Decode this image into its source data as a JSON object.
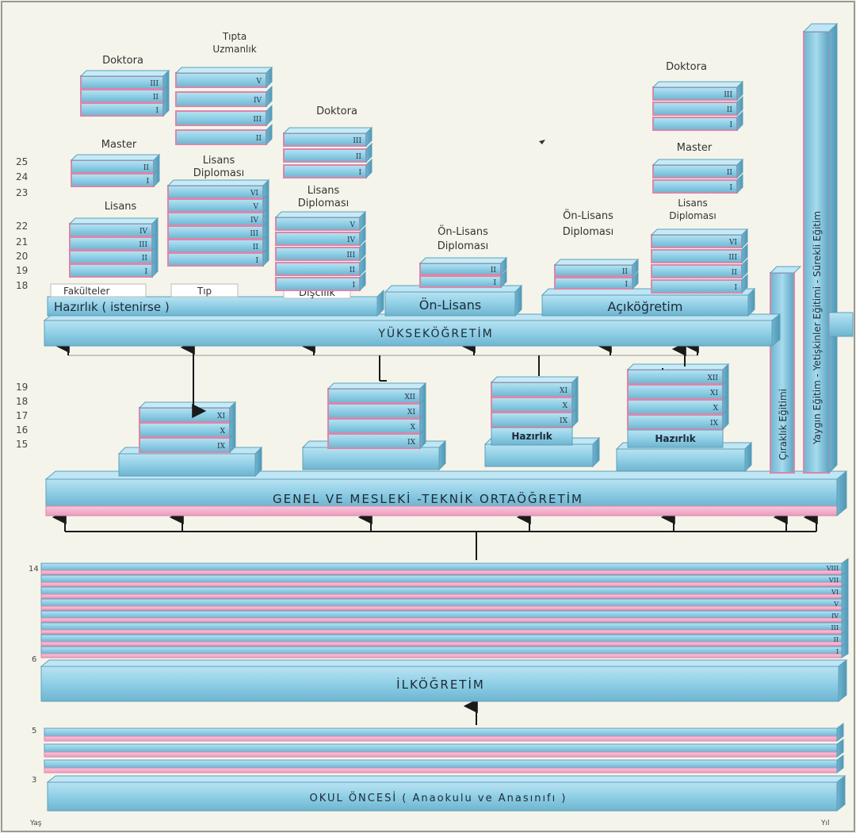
{
  "age_axis": {
    "upper": [
      "25",
      "24",
      "23",
      "22",
      "21",
      "20",
      "19",
      "18"
    ],
    "middle": [
      "19",
      "18",
      "17",
      "16",
      "15"
    ],
    "primary_top": "14",
    "primary_bottom": "6",
    "preschool_top": "5",
    "preschool_bottom": "3",
    "left_caption": "Yaş",
    "right_caption": "Yıl"
  },
  "preschool": {
    "title": "OKUL ÖNCESİ ( Anaokulu ve Anasınıfı )",
    "levels": [
      "",
      "",
      ""
    ]
  },
  "primary": {
    "title": "İLKÖĞRETİM",
    "levels": [
      "VIII",
      "VII",
      "VI",
      "V",
      "IV",
      "III",
      "II",
      "I"
    ]
  },
  "secondary": {
    "title": "GENEL VE MESLEKİ -TEKNİK ORTAÖĞRETİM",
    "schools": [
      {
        "levels": [
          "XI",
          "X",
          "IX"
        ],
        "footer": ""
      },
      {
        "levels": [
          "XII",
          "XI",
          "X",
          "IX"
        ],
        "footer": ""
      },
      {
        "levels": [
          "XI",
          "X",
          "IX"
        ],
        "footer": "Hazırlık"
      },
      {
        "levels": [
          "XII",
          "XI",
          "X",
          "IX"
        ],
        "footer": "Hazırlık"
      }
    ]
  },
  "higher": {
    "title": "YÜKSEKÖĞRETİM",
    "prep_label": "Hazırlık ( istenirse )",
    "associate_label": "Ön-Lisans",
    "open_label": "Açıköğretim",
    "faculties": {
      "base_label": "Fakülteler",
      "lisans_label": "Lisans",
      "lisans_levels": [
        "IV",
        "III",
        "II",
        "I"
      ],
      "master_label": "Master",
      "master_levels": [
        "II",
        "I"
      ],
      "doctorate_label": "Doktora",
      "doctorate_levels": [
        "III",
        "II",
        "I"
      ]
    },
    "medicine": {
      "base_label": "Tıp",
      "diploma_label": [
        "Lisans",
        "Diploması"
      ],
      "diploma_levels": [
        "VI",
        "V",
        "IV",
        "III",
        "II",
        "I"
      ],
      "specialty_label": [
        "Tıpta",
        "Uzmanlık"
      ],
      "specialty_levels": [
        "V",
        "IV",
        "III",
        "II",
        "I"
      ]
    },
    "dentistry": {
      "base_label": "Dişcilik",
      "diploma_label": [
        "Lisans",
        "Diploması"
      ],
      "diploma_levels": [
        "V",
        "IV",
        "III",
        "II",
        "I"
      ],
      "doctorate_label": "Doktora",
      "doctorate_levels": [
        "III",
        "II",
        "I"
      ]
    },
    "associate_degree": {
      "diploma_label": [
        "Ön-Lisans",
        "Diploması"
      ],
      "levels": [
        "II",
        "I"
      ]
    },
    "open_education": {
      "associate_label": [
        "Ön-Lisans",
        "Diploması"
      ],
      "associate_levels": [
        "II",
        "I"
      ],
      "lisans_label": [
        "Lisans",
        "Diploması"
      ],
      "lisans_levels": [
        "VI",
        "III",
        "II",
        "I"
      ],
      "master_label": "Master",
      "master_levels": [
        "II",
        "I"
      ],
      "doctorate_label": "Doktora",
      "doctorate_levels": [
        "III",
        "II",
        "I"
      ]
    }
  },
  "apprenticeship": "Çıraklık Eğitimi",
  "adult_education": "Yaygın Eğitim - Yetişkinler Eğitimi - Sürekli Eğitim",
  "colors": {
    "slab_blue": "#8fcfe6",
    "slab_dark": "#6fb4cf",
    "slab_pink": "#f2a9c8",
    "line": "#1a1a1a"
  }
}
